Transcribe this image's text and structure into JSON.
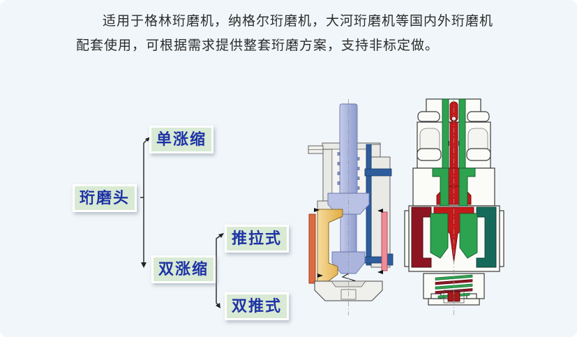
{
  "intro": {
    "text": "适用于格林珩磨机，纳格尔珩磨机，大河珩磨机等国内外珩磨机配套使用，可根据需求提供整套珩磨方案，支持非标定做。"
  },
  "tree": {
    "root": {
      "label": "珩磨头"
    },
    "nodes": [
      {
        "id": "single-expansion",
        "label": "单涨缩"
      },
      {
        "id": "double-expansion",
        "label": "双涨缩"
      },
      {
        "id": "push-pull-type",
        "label": "推拉式"
      },
      {
        "id": "double-push-type",
        "label": "双推式"
      }
    ]
  },
  "diagrams": [
    {
      "name": "single-expansion-honing-head-cross-section-icon"
    },
    {
      "name": "double-expansion-honing-head-cross-section-icon"
    }
  ],
  "colors": {
    "page_background": "#f0f6f9",
    "node_background": "#d9ead4",
    "node_text": "#1e33a5",
    "connector_line": "#222222",
    "left_diagram": {
      "shaft": "#aab4dd",
      "expansion_cone": "#e9bc55",
      "stone_left": "#df6b40",
      "stone_right": "#ee8d98",
      "feed_rod": "#2e5d9d"
    },
    "right_diagram": {
      "sleeve_green": "#2da34f",
      "rod_red": "#c4181b",
      "block_dark_red": "#8d1522",
      "block_teal": "#166a5b"
    }
  }
}
